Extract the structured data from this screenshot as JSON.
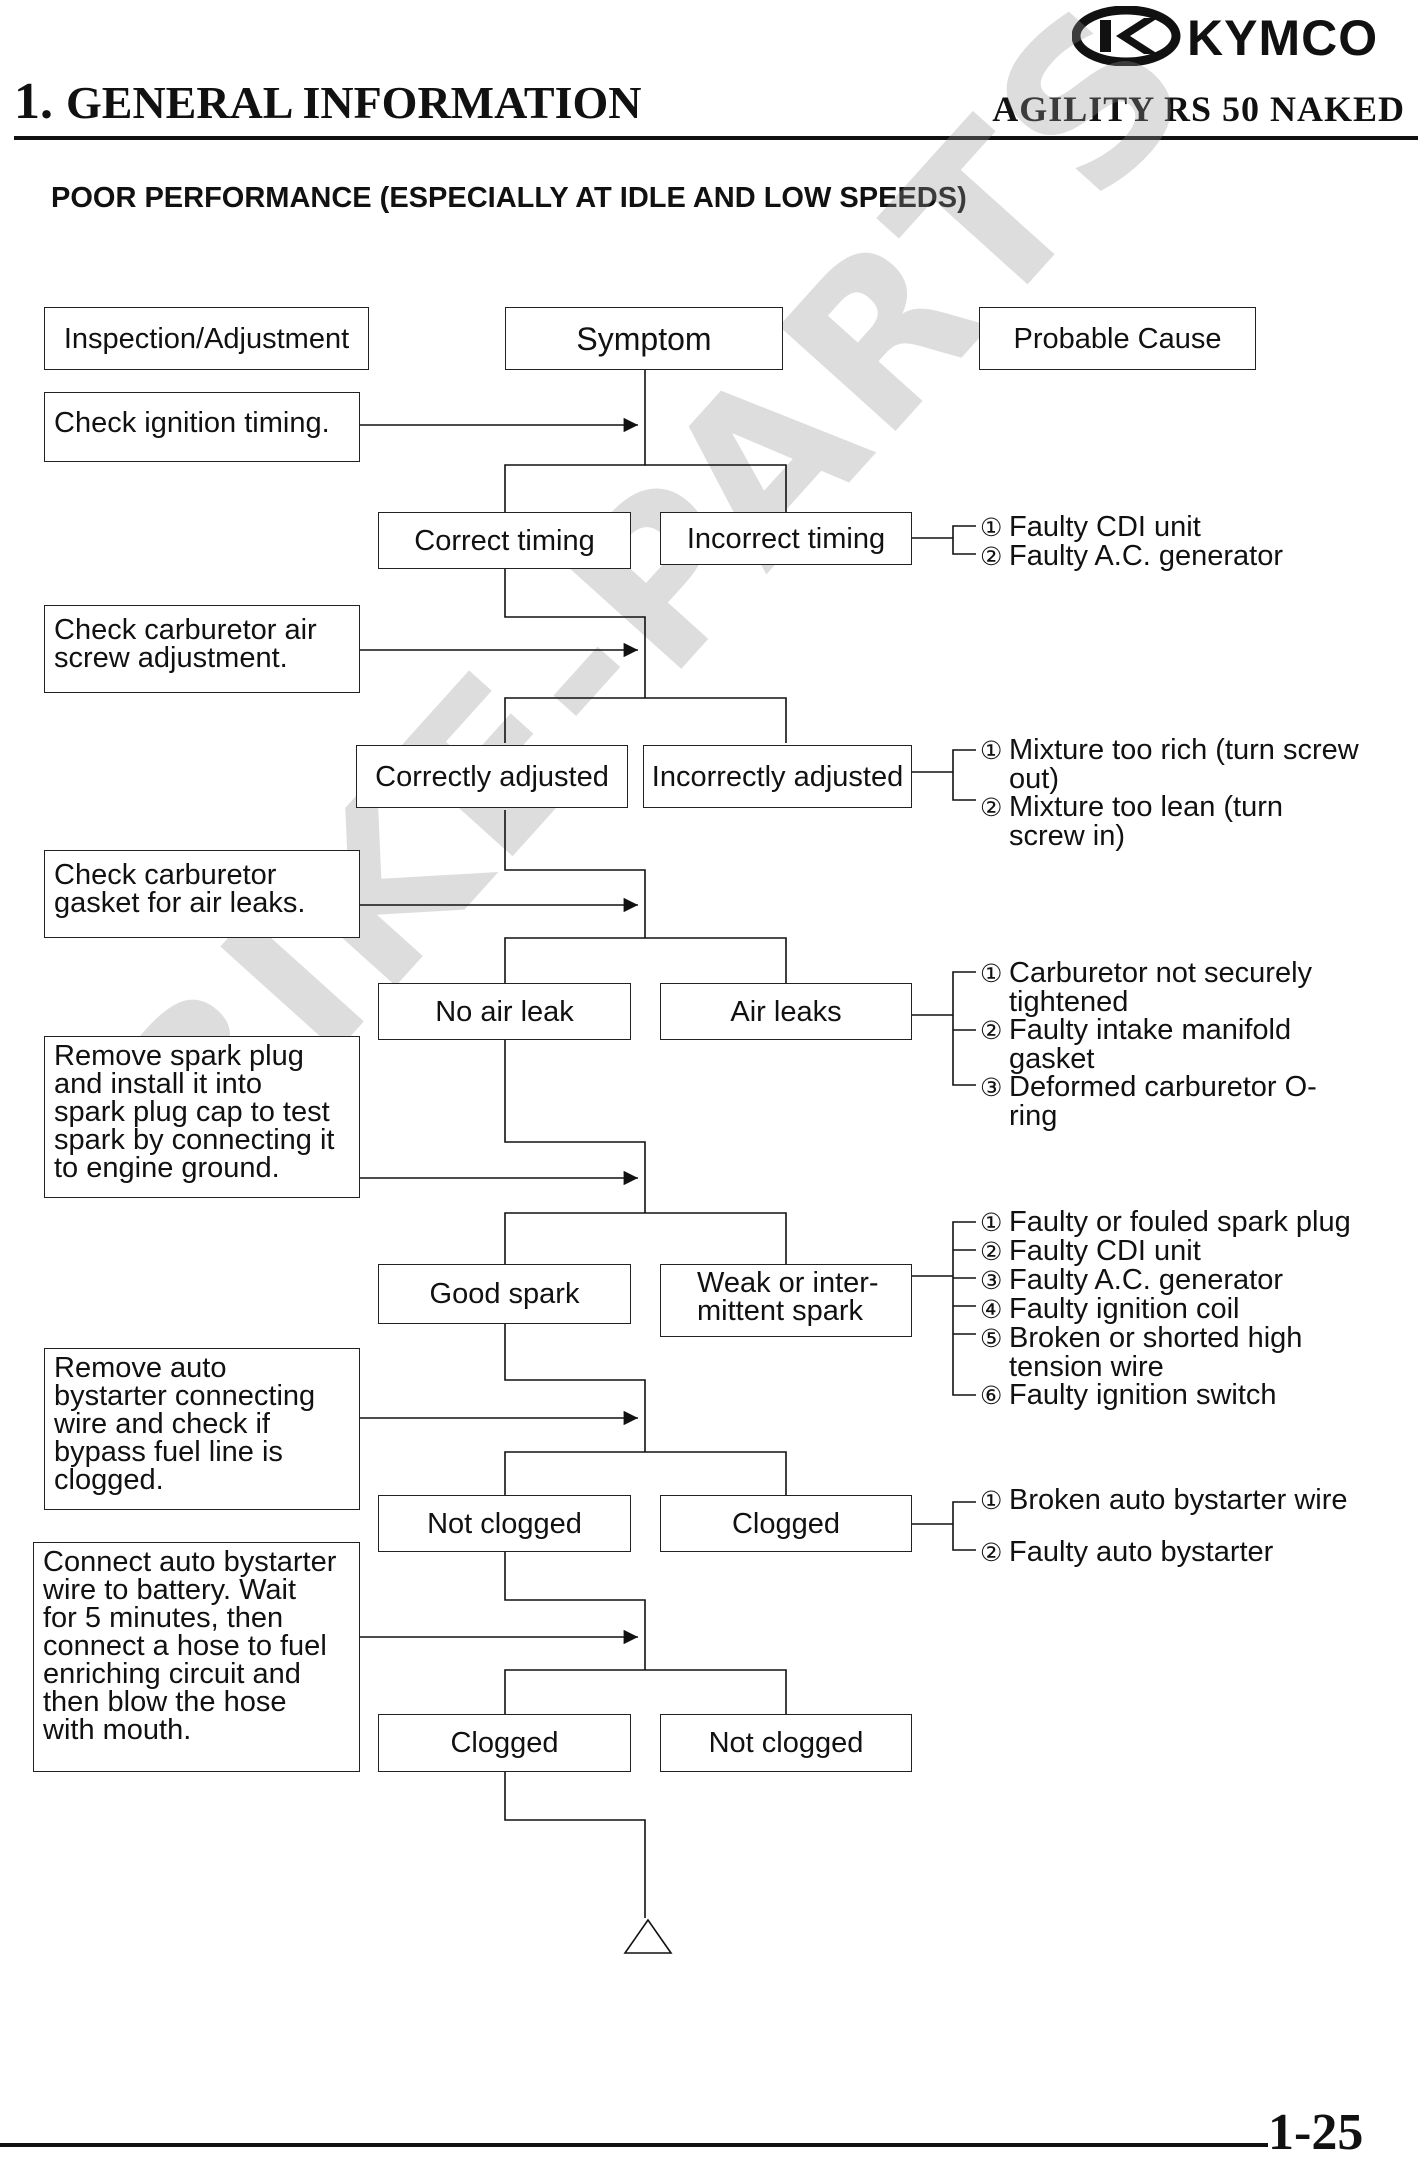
{
  "header": {
    "brand": "KYMCO",
    "section_number": "1.",
    "section_title": "GENERAL INFORMATION",
    "model": "AGILITY RS 50 NAKED"
  },
  "heading": "POOR PERFORMANCE (ESPECIALLY AT IDLE AND LOW SPEEDS)",
  "columns": {
    "inspection": "Inspection/Adjustment",
    "symptom": "Symptom",
    "cause": "Probable Cause"
  },
  "steps": [
    {
      "inspection": [
        "Check ignition timing."
      ],
      "ok": "Correct timing",
      "ng": [
        "Incorrect timing"
      ],
      "causes": [
        {
          "num": "①",
          "lines": [
            "Faulty CDI unit"
          ]
        },
        {
          "num": "②",
          "lines": [
            "Faulty A.C. generator"
          ]
        }
      ]
    },
    {
      "inspection": [
        "Check carburetor air",
        "screw adjustment."
      ],
      "ok": "Correctly adjusted",
      "ng": [
        "Incorrectly adjusted"
      ],
      "causes": [
        {
          "num": "①",
          "lines": [
            "Mixture too rich (turn screw",
            "out)"
          ]
        },
        {
          "num": "②",
          "lines": [
            "Mixture too lean (turn",
            "screw in)"
          ]
        }
      ]
    },
    {
      "inspection": [
        "Check carburetor",
        "gasket for air leaks."
      ],
      "ok": "No air leak",
      "ng": [
        "Air leaks"
      ],
      "causes": [
        {
          "num": "①",
          "lines": [
            "Carburetor not securely",
            "tightened"
          ]
        },
        {
          "num": "②",
          "lines": [
            "Faulty intake manifold",
            "gasket"
          ]
        },
        {
          "num": "③",
          "lines": [
            "Deformed carburetor O-",
            "ring"
          ]
        }
      ]
    },
    {
      "inspection": [
        "Remove spark plug",
        "and install it into",
        "spark plug cap to test",
        "spark by connecting it",
        "to engine ground."
      ],
      "ok": "Good spark",
      "ng": [
        "Weak or inter-",
        "mittent spark"
      ],
      "causes": [
        {
          "num": "①",
          "lines": [
            "Faulty or fouled spark plug"
          ]
        },
        {
          "num": "②",
          "lines": [
            "Faulty CDI unit"
          ]
        },
        {
          "num": "③",
          "lines": [
            "Faulty A.C. generator"
          ]
        },
        {
          "num": "④",
          "lines": [
            "Faulty ignition coil"
          ]
        },
        {
          "num": "⑤",
          "lines": [
            "Broken or shorted high",
            "tension wire"
          ]
        },
        {
          "num": "⑥",
          "lines": [
            "Faulty ignition switch"
          ]
        }
      ]
    },
    {
      "inspection": [
        "Remove auto",
        "bystarter connecting",
        "wire and check if",
        "bypass fuel line is",
        "clogged."
      ],
      "ok": "Not clogged",
      "ng": [
        "Clogged"
      ],
      "causes": [
        {
          "num": "①",
          "lines": [
            "Broken auto bystarter wire"
          ]
        },
        {
          "num": "②",
          "lines": [
            "Faulty auto bystarter"
          ]
        }
      ]
    },
    {
      "inspection": [
        "Connect auto bystarter",
        "wire to battery. Wait",
        "for 5 minutes, then",
        "connect a hose to fuel",
        "enriching circuit and",
        "then blow the hose",
        "with mouth."
      ],
      "ok": "Clogged",
      "ng": [
        "Not clogged"
      ],
      "causes": []
    }
  ],
  "watermark": "BIKE-PARTS",
  "page_number": "1-25"
}
